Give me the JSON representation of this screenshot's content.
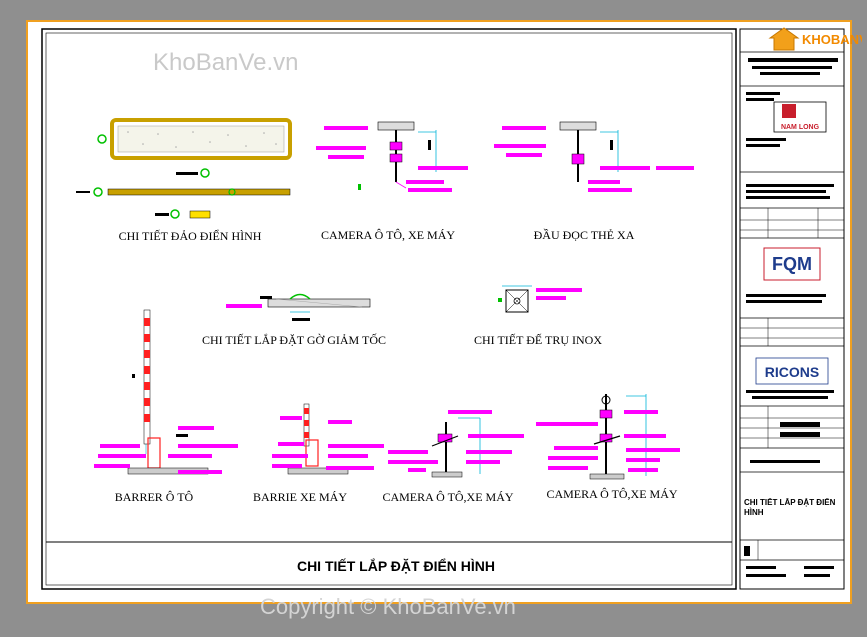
{
  "watermarks": {
    "top": "KhoBanVe.vn",
    "bottom": "Copyright © KhoBanVe.vn",
    "logo": "KHOBANVE"
  },
  "captions": {
    "dao": "CHI TIẾT ĐẢO ĐIỂN HÌNH",
    "camera_oto_xe": "CAMERA Ô TÔ, XE MÁY",
    "dau_doc": "ĐẦU ĐỌC THẺ XA",
    "go_giam_toc": "CHI TIẾT LẮP ĐẶT GỜ GIẢM TỐC",
    "tru_inox": "CHI TIẾT ĐẾ TRỤ INOX",
    "barrer_oto": "BARRER Ô TÔ",
    "barrie_xe_may": "BARRIE XE MÁY",
    "camera_oto_xemay_1": "CAMERA Ô TÔ,XE MÁY",
    "camera_oto_xemay_2": "CAMERA Ô TÔ,XE MÁY"
  },
  "drawing_title": "CHI TIẾT LẮP ĐẶT ĐIỂN HÌNH",
  "title_block": {
    "sheet_name": "CHI TIẾT LẮP ĐẶT ĐIỂN HÌNH",
    "logo_1": "NAM LONG",
    "logo_2": "FQM",
    "logo_3": "RICONS"
  },
  "colors": {
    "annotation": "#ff00ff",
    "frame": "#f0a020",
    "dim": "#00b4d8",
    "hatch": "#c8a000",
    "accent": "#00c000"
  }
}
